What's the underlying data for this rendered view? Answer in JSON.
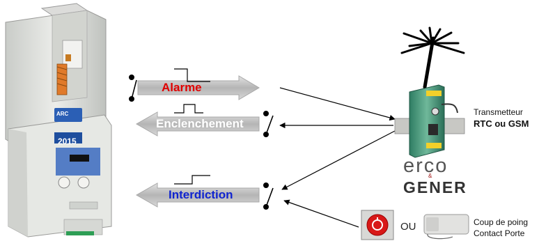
{
  "signals": {
    "alarme": "Alarme",
    "enclenchement": "Enclenchement",
    "interdiction": "Interdiction"
  },
  "transmitter": {
    "line1": "Transmetteur",
    "line2": "RTC ou GSM"
  },
  "brand": {
    "erco": "erco",
    "amp": "&",
    "gener": "GENER"
  },
  "inputs": {
    "or": "OU",
    "coup": "Coup de poing",
    "contact": "Contact Porte"
  },
  "device": {
    "brand": "ARC",
    "model": "2015"
  }
}
